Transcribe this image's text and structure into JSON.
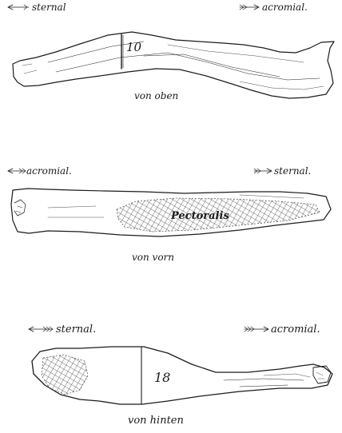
{
  "views": [
    {
      "id": "oben",
      "left_label": "sternal",
      "right_label": "acromial.",
      "caption": "von oben",
      "marker": "10"
    },
    {
      "id": "vorn",
      "left_label": "acromial.",
      "right_label": "sternal.",
      "caption": "von vorn",
      "muscle": "Pectoralis"
    },
    {
      "id": "hinten",
      "left_label": "sternal.",
      "right_label": "acromial.",
      "caption": "von hinten",
      "marker": "18"
    }
  ]
}
